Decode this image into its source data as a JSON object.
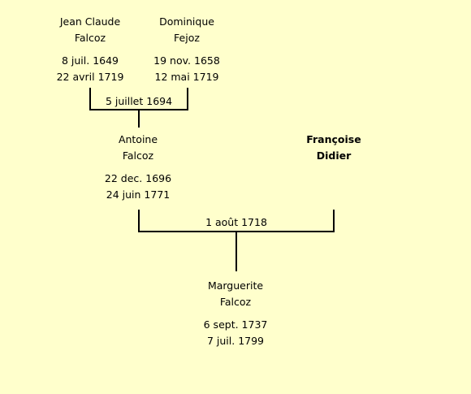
{
  "tree": {
    "persons": {
      "p1": {
        "first": "Jean Claude",
        "last": "Falcoz",
        "birth": "8 juil. 1649",
        "death": "22 avril 1719"
      },
      "p2": {
        "first": "Dominique",
        "last": "Fejoz",
        "birth": "19 nov. 1658",
        "death": "12 mai 1719"
      },
      "p3": {
        "first": "Antoine",
        "last": "Falcoz",
        "birth": "22 dec. 1696",
        "death": "24 juin 1771"
      },
      "p4": {
        "first": "Françoise",
        "last": "Didier"
      },
      "p5": {
        "first": "Marguerite",
        "last": "Falcoz",
        "birth": "6 sept. 1737",
        "death": "7 juil. 1799"
      }
    },
    "marriages": {
      "m1": "5 juillet 1694",
      "m2": "1 août 1718"
    }
  }
}
